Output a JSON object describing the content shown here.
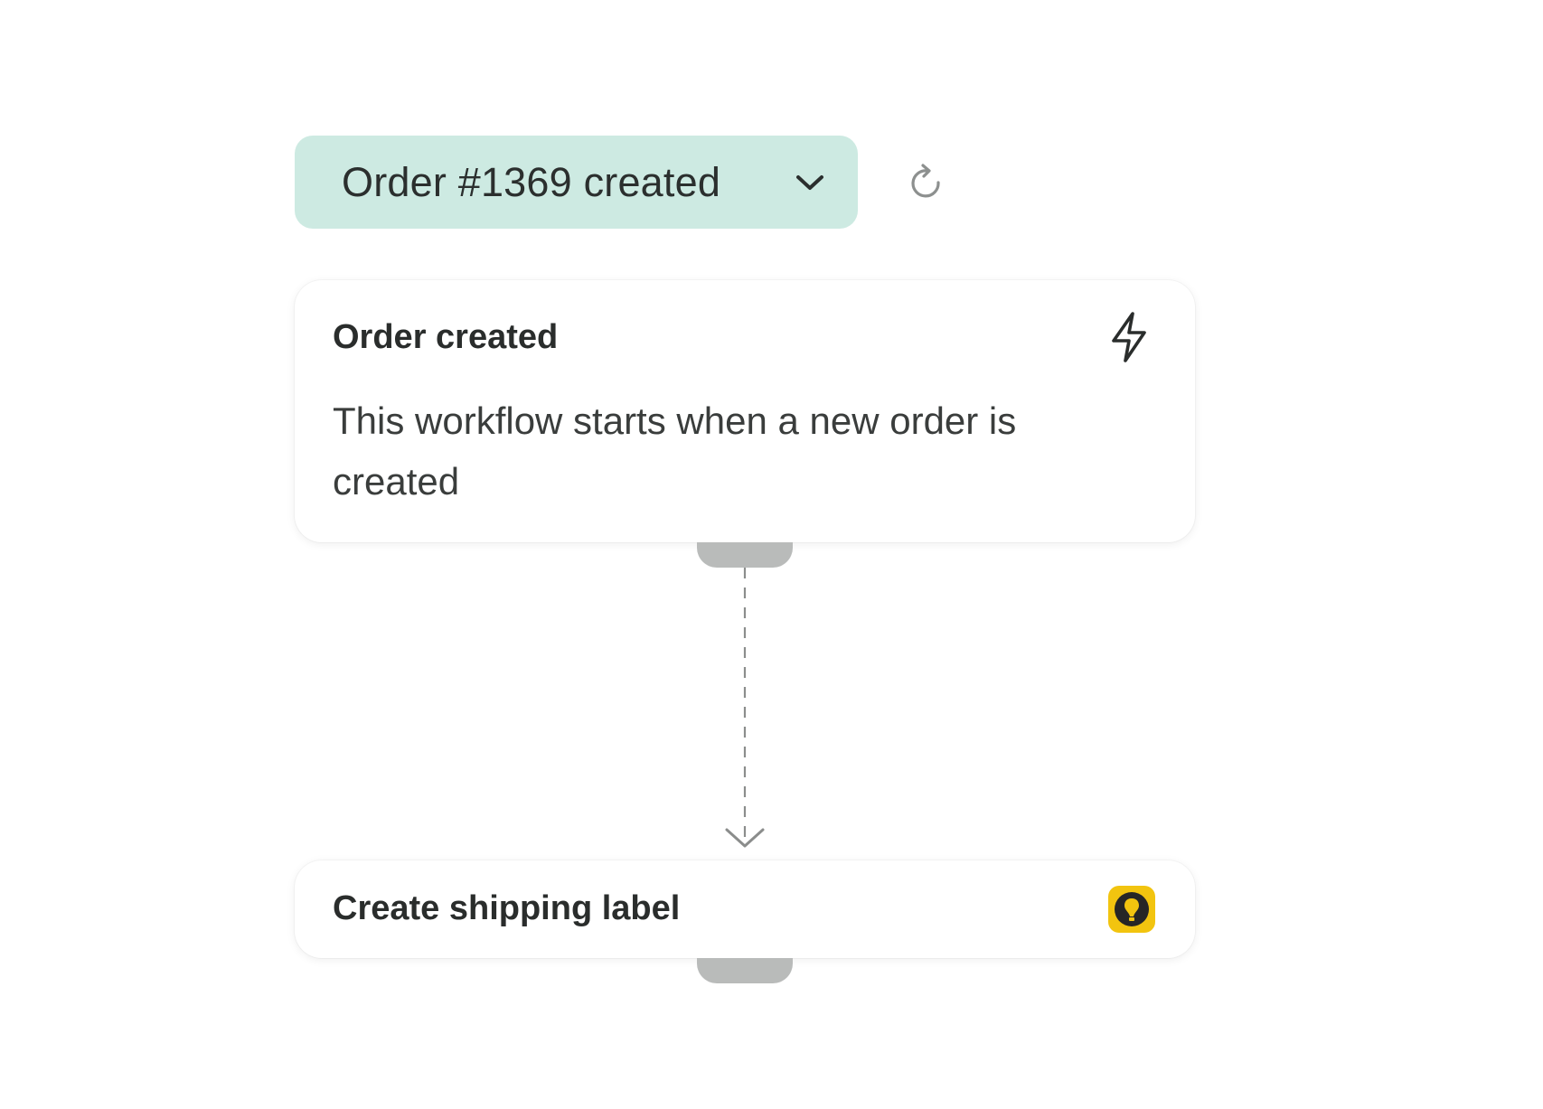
{
  "trigger_selector": {
    "label": "Order #1369 created",
    "background": "#cdeae2"
  },
  "trigger_card": {
    "title": "Order created",
    "description": "This workflow starts when a new order is created",
    "icon": "lightning-bolt-icon"
  },
  "action_card": {
    "title": "Create shipping label",
    "icon": "shipping-app-icon",
    "icon_color": "#f2c40f"
  },
  "icons": {
    "chevron": "chevron-down-icon",
    "refresh": "refresh-icon",
    "arrow": "arrow-down-icon"
  }
}
